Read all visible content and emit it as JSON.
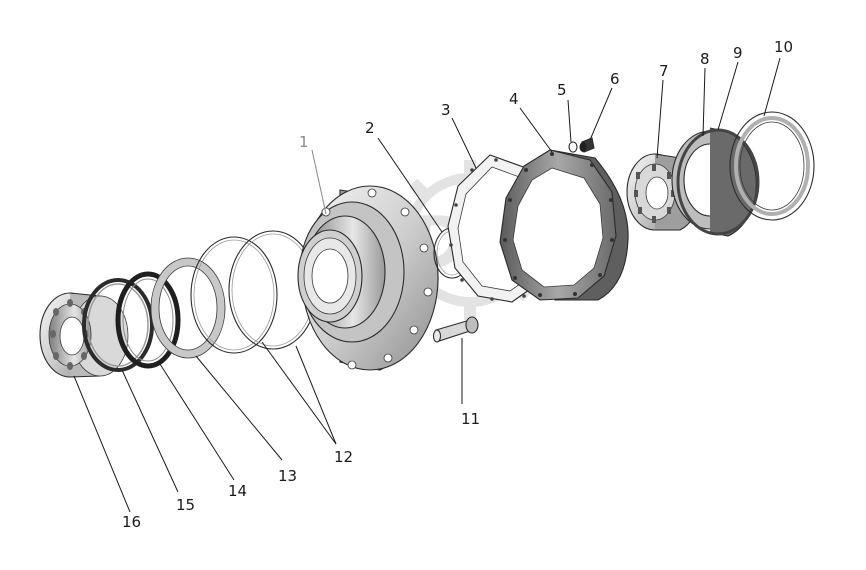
{
  "diagram": {
    "type": "exploded-assembly",
    "watermark_text": "DEX",
    "callouts": [
      {
        "id": "c1",
        "label": "1"
      },
      {
        "id": "c2",
        "label": "2"
      },
      {
        "id": "c3",
        "label": "3"
      },
      {
        "id": "c4",
        "label": "4"
      },
      {
        "id": "c5",
        "label": "5"
      },
      {
        "id": "c6",
        "label": "6"
      },
      {
        "id": "c7",
        "label": "7"
      },
      {
        "id": "c8",
        "label": "8"
      },
      {
        "id": "c9",
        "label": "9"
      },
      {
        "id": "c10",
        "label": "10"
      },
      {
        "id": "c11",
        "label": "11"
      },
      {
        "id": "c12",
        "label": "12"
      },
      {
        "id": "c13",
        "label": "13"
      },
      {
        "id": "c14",
        "label": "14"
      },
      {
        "id": "c15",
        "label": "15"
      },
      {
        "id": "c16",
        "label": "16"
      }
    ]
  }
}
